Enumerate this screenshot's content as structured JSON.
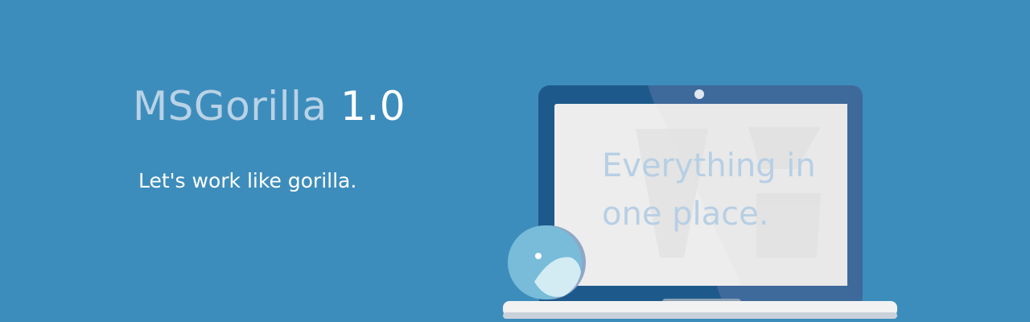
{
  "hero": {
    "brand": "MSGorilla",
    "version": "1.0",
    "tagline": "Let's work like gorilla.",
    "screen_text_line1": "Everything in",
    "screen_text_line2": "one place."
  },
  "colors": {
    "background": "#3d8dbc",
    "brand_text": "#b9d2e6",
    "version_text": "#ffffff",
    "laptop_frame": "#1d5a8b",
    "screen": "#ededed",
    "screen_text": "#b7cfe4"
  },
  "icons": {
    "laptop": "laptop-icon",
    "camera": "webcam-icon",
    "orb": "logo-orb-icon"
  }
}
